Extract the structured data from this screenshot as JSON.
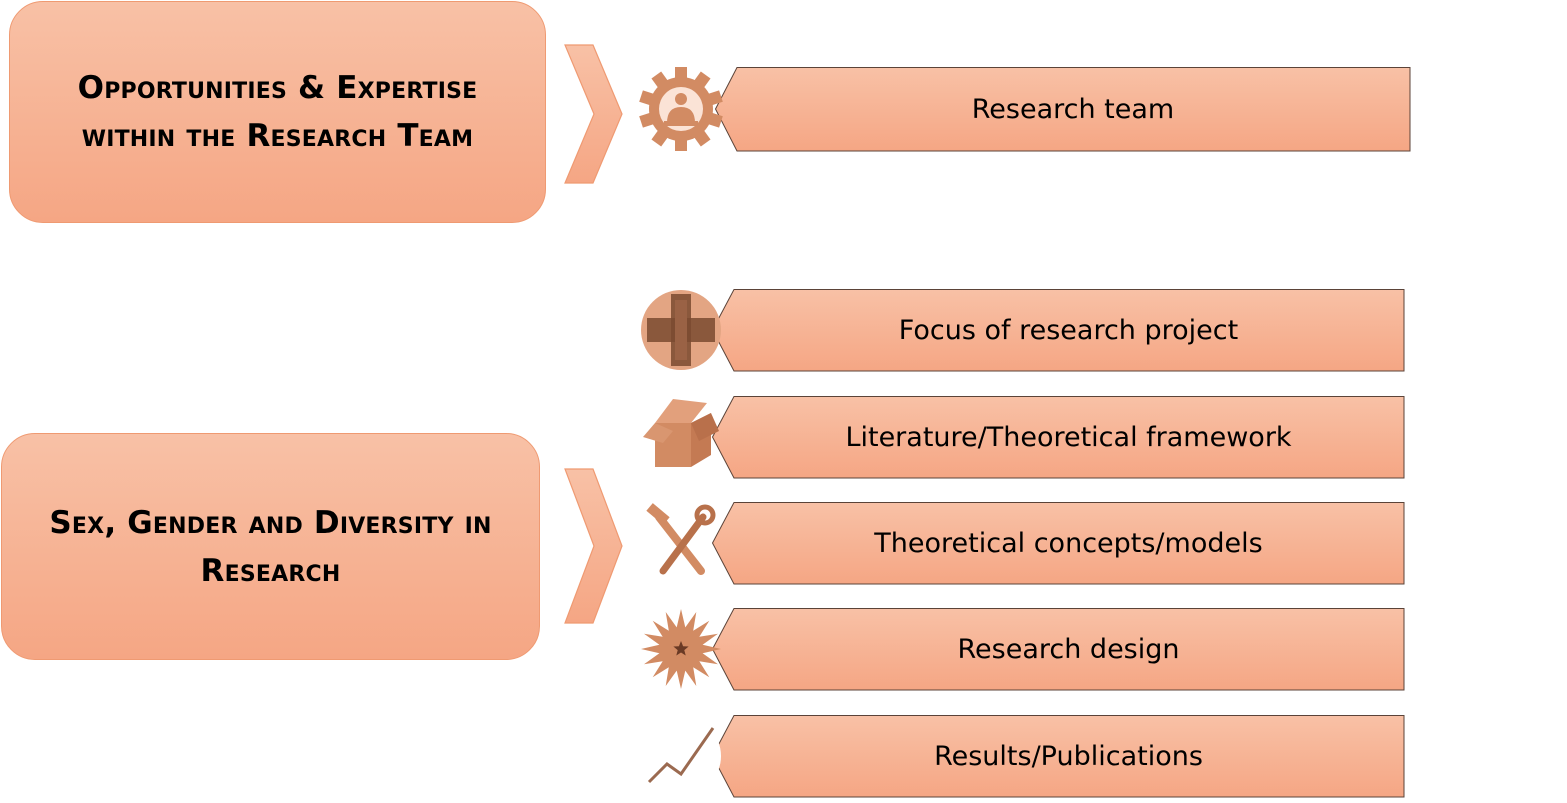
{
  "groups": [
    {
      "title": "Opportunities & Expertise within the Research Team",
      "items": [
        {
          "label": "Research team",
          "icon": "gear-person-icon"
        }
      ]
    },
    {
      "title": "Sex, Gender and Diversity in Research",
      "items": [
        {
          "label": "Focus of research project",
          "icon": "cross-icon"
        },
        {
          "label": "Literature/Theoretical framework",
          "icon": "open-box-icon"
        },
        {
          "label": "Theoretical concepts/models",
          "icon": "tools-icon"
        },
        {
          "label": "Research design",
          "icon": "starburst-icon"
        },
        {
          "label": "Results/Publications",
          "icon": "line-chart-icon"
        }
      ]
    }
  ],
  "colors": {
    "fill_top": "#f8c1a6",
    "fill_bottom": "#f5a684",
    "border": "#ef9a72",
    "icon": "#d28b63",
    "icon_dark": "#7a4a30"
  }
}
